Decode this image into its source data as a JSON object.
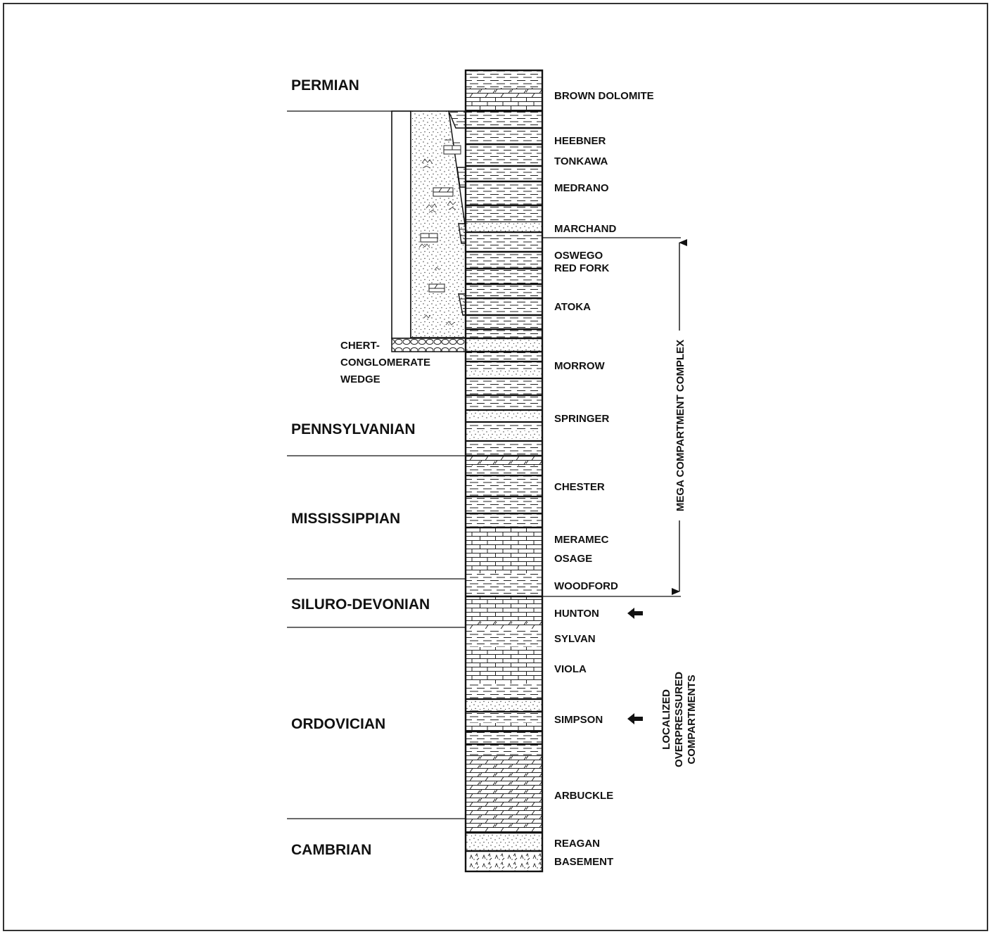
{
  "periods": {
    "permian": "PERMIAN",
    "pennsylvanian": "PENNSYLVANIAN",
    "mississippian": "MISSISSIPPIAN",
    "silurodevonian": "SILURO-DEVONIAN",
    "ordovician": "ORDOVICIAN",
    "cambrian": "CAMBRIAN"
  },
  "formations": {
    "brown_dolomite": "BROWN DOLOMITE",
    "heebner": "HEEBNER",
    "tonkawa": "TONKAWA",
    "medrano": "MEDRANO",
    "marchand": "MARCHAND",
    "oswego": "OSWEGO",
    "red_fork": "RED FORK",
    "atoka": "ATOKA",
    "morrow": "MORROW",
    "springer": "SPRINGER",
    "chester": "CHESTER",
    "meramec": "MERAMEC",
    "osage": "OSAGE",
    "woodford": "WOODFORD",
    "hunton": "HUNTON",
    "sylvan": "SYLVAN",
    "viola": "VIOLA",
    "simpson": "SIMPSON",
    "arbuckle": "ARBUCKLE",
    "reagan": "REAGAN",
    "basement": "BASEMENT"
  },
  "wedge_label": [
    "CHERT-",
    "CONGLOMERATE",
    "WEDGE"
  ],
  "mega_complex": "MEGA COMPARTMENT COMPLEX",
  "localized": [
    "LOCALIZED",
    "OVERPRESSURED",
    "COMPARTMENTS"
  ]
}
